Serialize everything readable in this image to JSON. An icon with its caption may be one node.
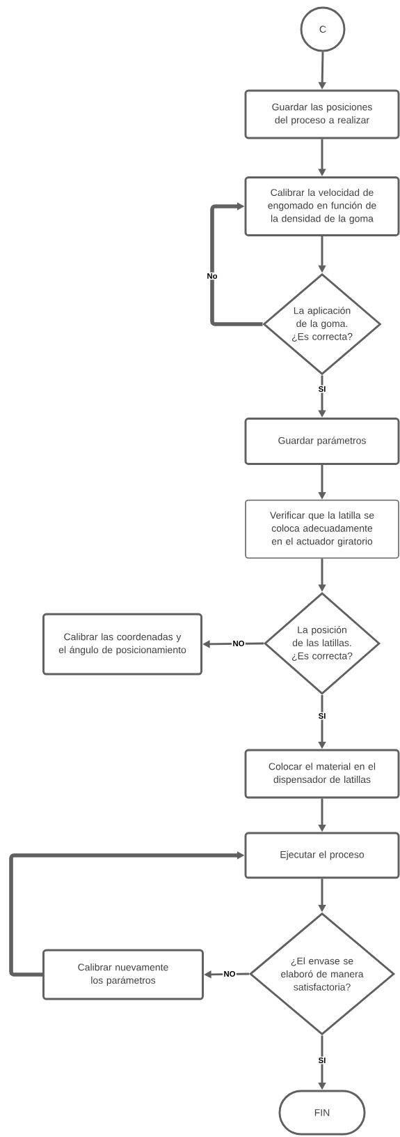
{
  "diagram": {
    "nodes": [
      {
        "text": [
          "C"
        ]
      },
      {
        "text": [
          "Guardar las posiciones del proceso a realizar"
        ]
      },
      {
        "text": [
          "Calibrar la velocidad de engomado en función de la densidad de la goma"
        ]
      },
      {
        "text": [
          "La aplicación de la goma. ¿Es correcta?"
        ]
      },
      {
        "text": [
          "Guardar parámetros"
        ]
      },
      {
        "text": [
          "Verificar que la latilla se coloca adecuadamente en el actuador giratorio"
        ]
      },
      {
        "text": [
          "La posición de las latillas. ¿Es correcta?"
        ]
      },
      {
        "text": [
          "Calibrar las coordenadas y el ángulo de posicionamiento"
        ]
      },
      {
        "text": [
          "Colocar el material en el dispensador de latillas"
        ]
      },
      {
        "text": [
          "Ejecutar el proceso"
        ]
      },
      {
        "text": [
          "¿El envase se elaboró de manera satisfactoria?"
        ]
      },
      {
        "text": [
          "Calibrar nuevamente los parámetros"
        ]
      },
      {
        "text": [
          "FIN"
        ]
      }
    ],
    "edges": [
      {
        "from": 0,
        "to": 1,
        "arrow": "to"
      },
      {
        "from": 1,
        "to": 2,
        "arrow": "to"
      },
      {
        "from": 2,
        "to": 3,
        "arrow": "to"
      },
      {
        "from": 3,
        "to": 2,
        "arrow": "to",
        "label": "No",
        "style": "thick"
      },
      {
        "from": 3,
        "to": 4,
        "arrow": "to",
        "label": "SI"
      },
      {
        "from": 4,
        "to": 5,
        "arrow": "to"
      },
      {
        "from": 5,
        "to": 6,
        "arrow": "to"
      },
      {
        "from": 6,
        "to": 7,
        "arrow": "to",
        "label": "NO"
      },
      {
        "from": 6,
        "to": 8,
        "arrow": "to",
        "label": "SI"
      },
      {
        "from": 8,
        "to": 9,
        "arrow": "to"
      },
      {
        "from": 9,
        "to": 10,
        "arrow": "to"
      },
      {
        "from": 10,
        "to": 11,
        "arrow": "to",
        "label": "NO"
      },
      {
        "from": 11,
        "to": 9,
        "arrow": "to",
        "style": "thick"
      },
      {
        "from": 10,
        "to": 12,
        "arrow": "to",
        "label": "SI"
      }
    ]
  }
}
